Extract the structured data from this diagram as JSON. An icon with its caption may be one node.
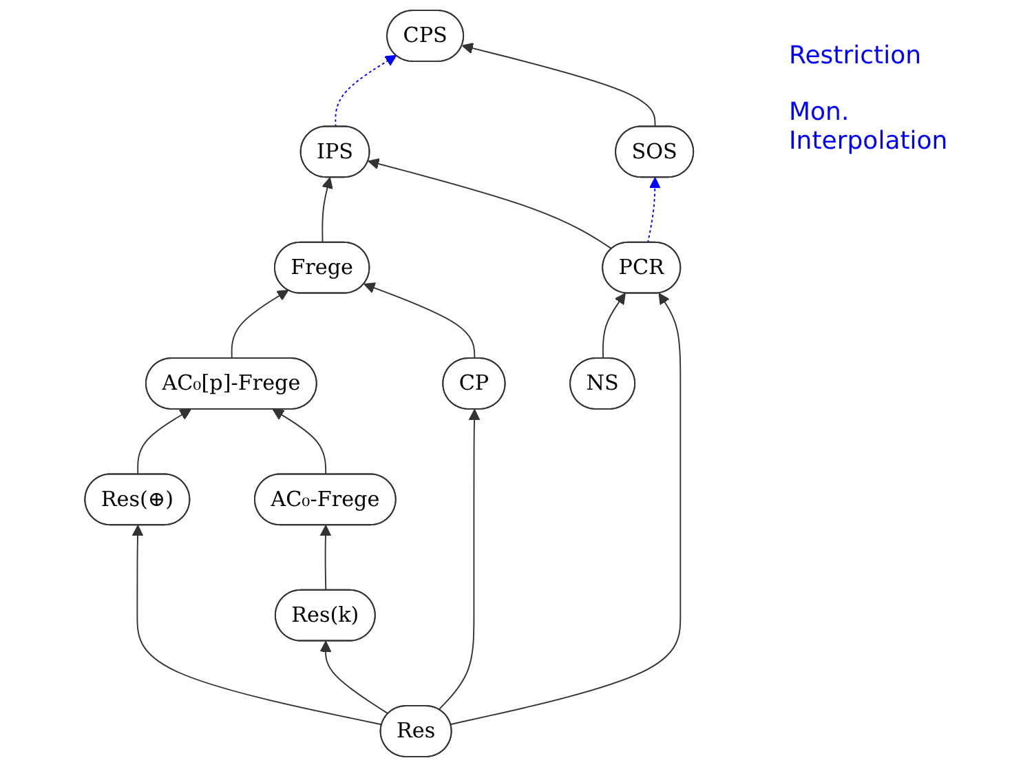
{
  "diagram": {
    "nodes": [
      {
        "text": [
          "CPS"
        ]
      },
      {
        "text": [
          "IPS"
        ]
      },
      {
        "text": [
          "Frege"
        ]
      },
      {
        "text": [
          "AC₀[p]-Frege"
        ]
      },
      {
        "text": [
          "Res(⊕)"
        ]
      },
      {
        "text": [
          "SOS"
        ]
      },
      {
        "text": [
          "AC₀-Frege"
        ]
      },
      {
        "text": [
          "PCR"
        ]
      },
      {
        "text": [
          "Res(k)"
        ]
      },
      {
        "text": [
          "CP"
        ]
      },
      {
        "text": [
          "NS"
        ]
      },
      {
        "text": [
          "Res"
        ]
      }
    ],
    "edges": [
      {
        "from": 1,
        "to": 0,
        "arrow": "to",
        "style": "dashed",
        "color": "#0000ff"
      },
      {
        "from": 2,
        "to": 1,
        "arrow": "to"
      },
      {
        "from": 3,
        "to": 2,
        "arrow": "to"
      },
      {
        "from": 4,
        "to": 3,
        "arrow": "to"
      },
      {
        "from": 6,
        "to": 3,
        "arrow": "to"
      },
      {
        "from": 5,
        "to": 0,
        "arrow": "to"
      },
      {
        "from": 7,
        "to": 1,
        "arrow": "to"
      },
      {
        "from": 7,
        "to": 5,
        "arrow": "to",
        "style": "dashed",
        "color": "#0000ff"
      },
      {
        "from": 8,
        "to": 6,
        "arrow": "to"
      },
      {
        "from": 9,
        "to": 2,
        "arrow": "to"
      },
      {
        "from": 10,
        "to": 7,
        "arrow": "to"
      },
      {
        "from": 11,
        "to": 7,
        "arrow": "to"
      },
      {
        "from": 11,
        "to": 4,
        "arrow": "to"
      },
      {
        "from": 11,
        "to": 8,
        "arrow": "to"
      },
      {
        "from": 11,
        "to": 9,
        "arrow": "to"
      }
    ],
    "labels": [
      "Restriction",
      "Mon. Interpolation"
    ]
  }
}
